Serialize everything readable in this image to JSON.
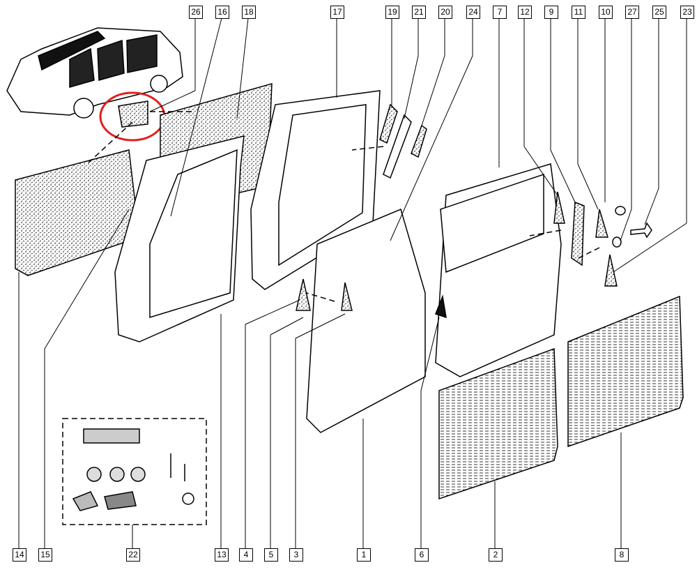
{
  "diagram": {
    "top_callouts": [
      "26",
      "16",
      "18",
      "17",
      "19",
      "21",
      "20",
      "24",
      "7",
      "12",
      "9",
      "11",
      "10",
      "27",
      "25",
      "23"
    ],
    "bottom_callouts": [
      "14",
      "15",
      "22",
      "13",
      "4",
      "5",
      "3",
      "1",
      "6",
      "2",
      "8"
    ],
    "highlight_color": "#e0201e",
    "line_color": "#000000"
  }
}
